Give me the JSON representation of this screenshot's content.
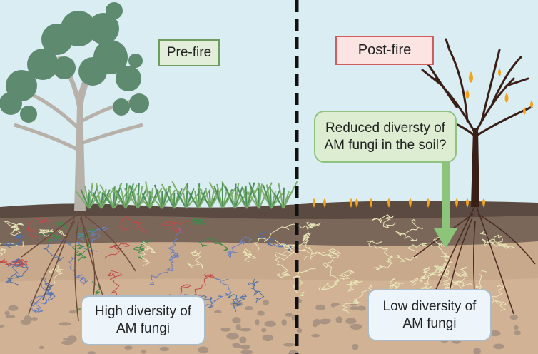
{
  "labels": {
    "pre_fire": "Pre-fire",
    "post_fire": "Post-fire",
    "question_line1": "Reduced diversty of",
    "question_line2": "AM fungi in the soil?",
    "high_line1": "High diversity of",
    "high_line2": "AM fungi",
    "low_line1": "Low diversity of",
    "low_line2": "AM fungi"
  },
  "colors": {
    "sky": "#d9edf3",
    "topsoil": "#5a4a41",
    "subsoil": "#7b675a",
    "soil": "#c9a98c",
    "arrow": "#8cc47a",
    "flame": "#f5a21b"
  }
}
